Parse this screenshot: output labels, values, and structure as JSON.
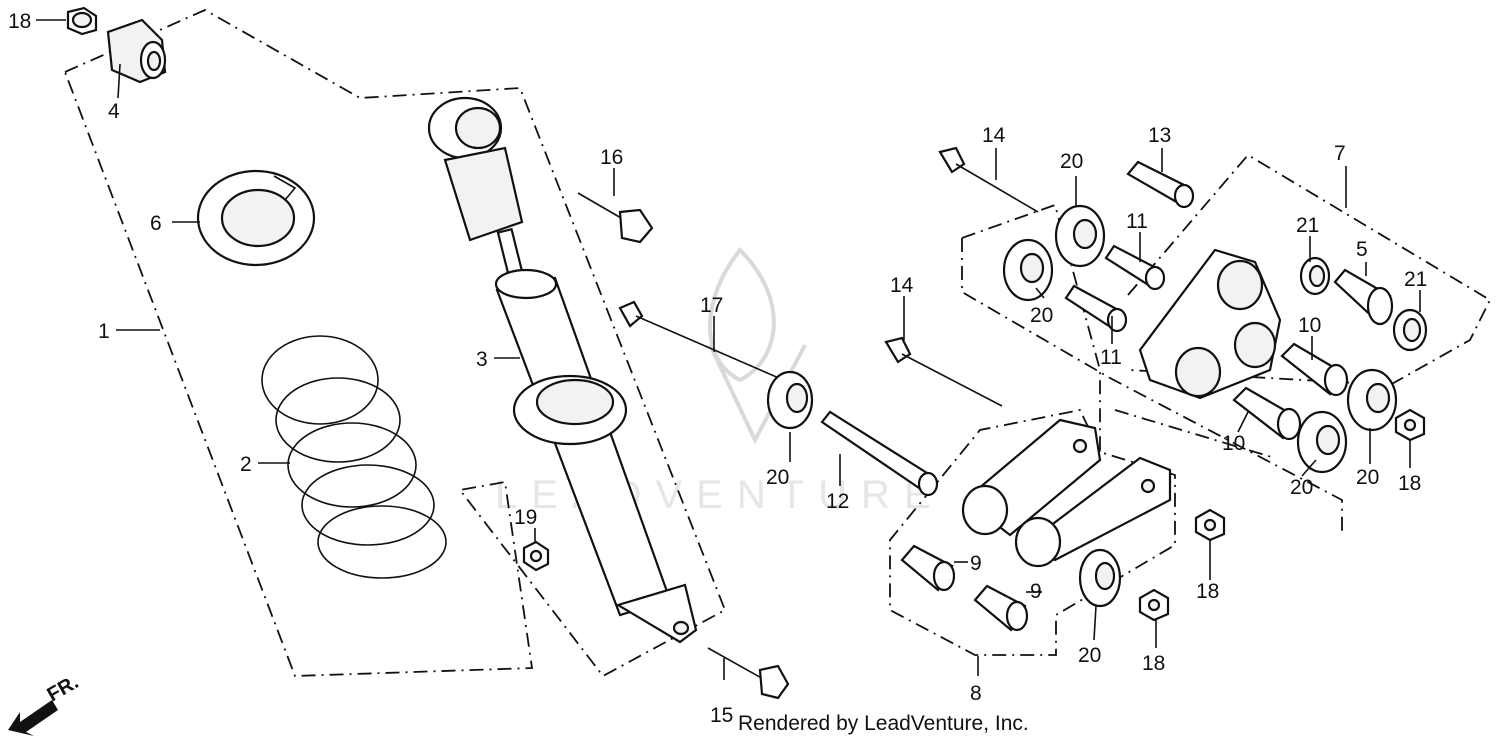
{
  "credit": "Rendered by LeadVenture, Inc.",
  "watermark": "LEADVENTURE",
  "direction_label": "FR.",
  "callouts": {
    "c18a": "18",
    "c4": "4",
    "c6": "6",
    "c1": "1",
    "c2": "2",
    "c3": "3",
    "c19": "19",
    "c16": "16",
    "c17": "17",
    "c15": "15",
    "c20a": "20",
    "c12": "12",
    "c14a": "14",
    "c14b": "14",
    "c20b": "20",
    "c20c": "20",
    "c13": "13",
    "c11a": "11",
    "c11b": "11",
    "c7": "7",
    "c21a": "21",
    "c5": "5",
    "c21b": "21",
    "c10a": "10",
    "c10b": "10",
    "c20d": "20",
    "c20e": "20",
    "c18b": "18",
    "c18c": "18",
    "c18d": "18",
    "c9a": "9",
    "c9b": "9",
    "c20f": "20",
    "c8": "8"
  }
}
